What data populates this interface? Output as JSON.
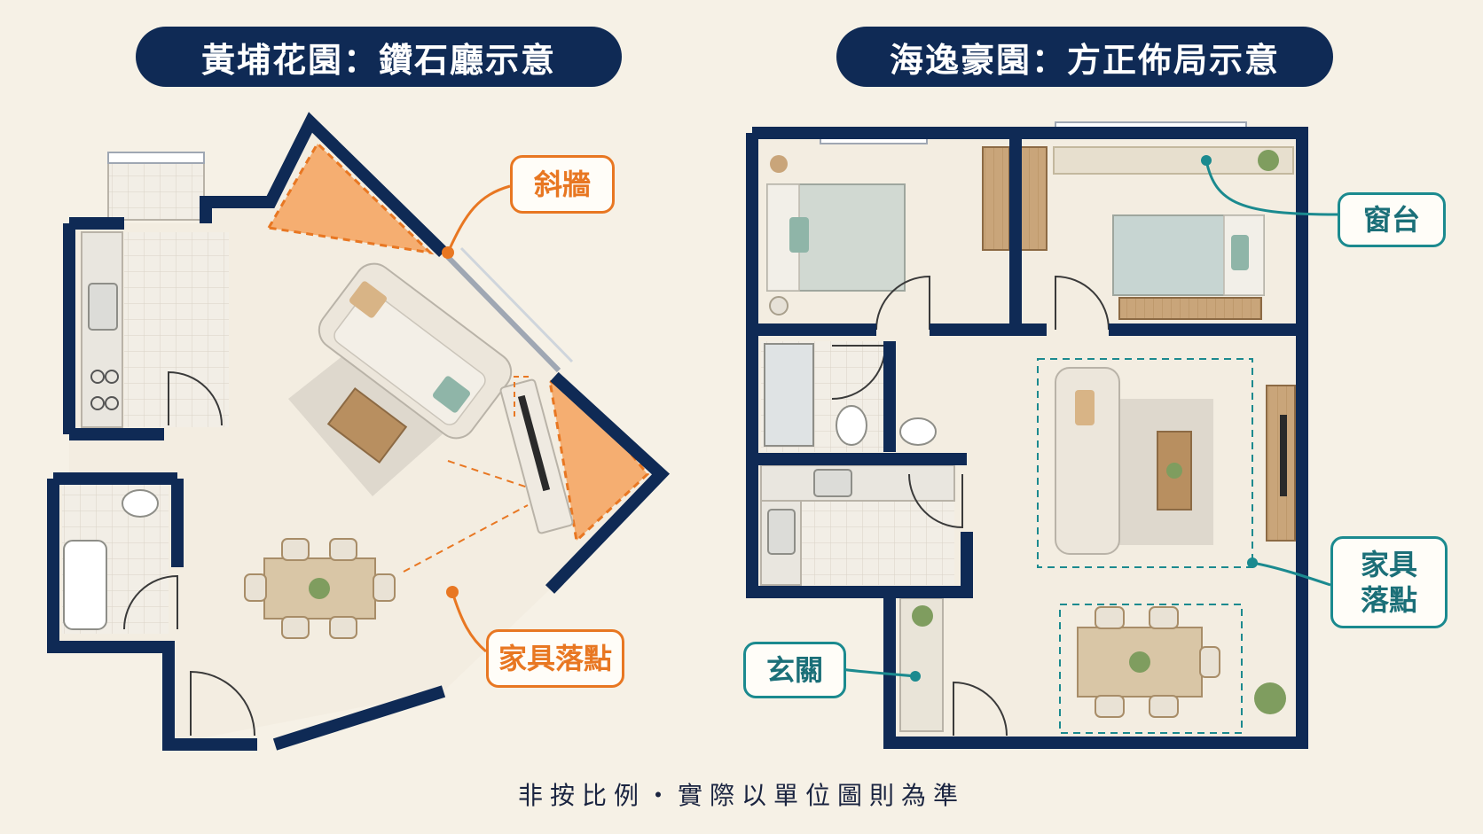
{
  "left_plan": {
    "title": "黃埔花園：鑽石廳示意",
    "callouts": {
      "slanted_wall": "斜牆",
      "furniture": "家具落點"
    }
  },
  "right_plan": {
    "title": "海逸豪園：方正佈局示意",
    "callouts": {
      "window_sill": "窗台",
      "furniture": "家具落點",
      "entrance": "玄關"
    }
  },
  "footnote": "非按比例・實際以單位圖則為準",
  "colors": {
    "wall": "#0f2a55",
    "orange_accent": "#e87722",
    "teal_accent": "#1b8a8f",
    "background": "#f6f1e6",
    "floor": "#f3ede1",
    "wood": "#c9a57a"
  }
}
